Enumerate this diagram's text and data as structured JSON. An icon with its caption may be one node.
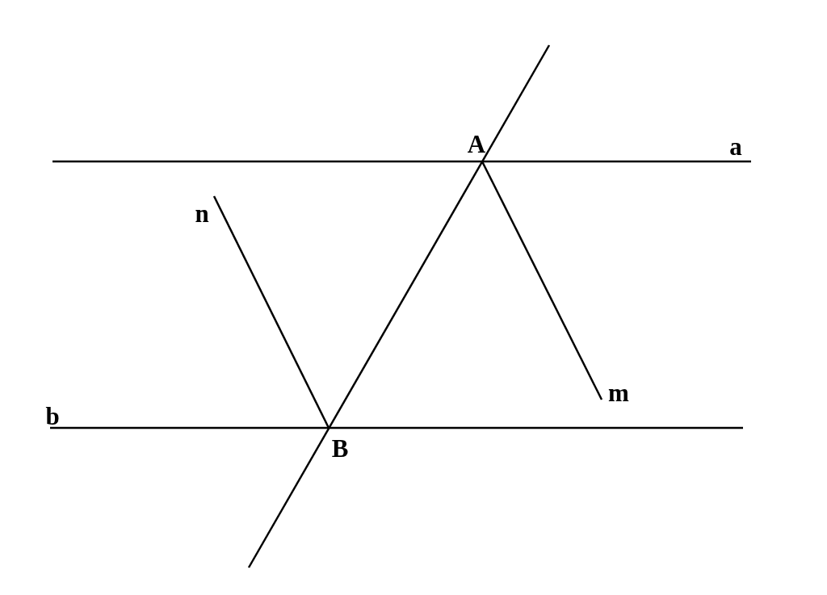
{
  "diagram": {
    "labels": [
      "A",
      "a",
      "n",
      "m",
      "b",
      "B"
    ]
  }
}
